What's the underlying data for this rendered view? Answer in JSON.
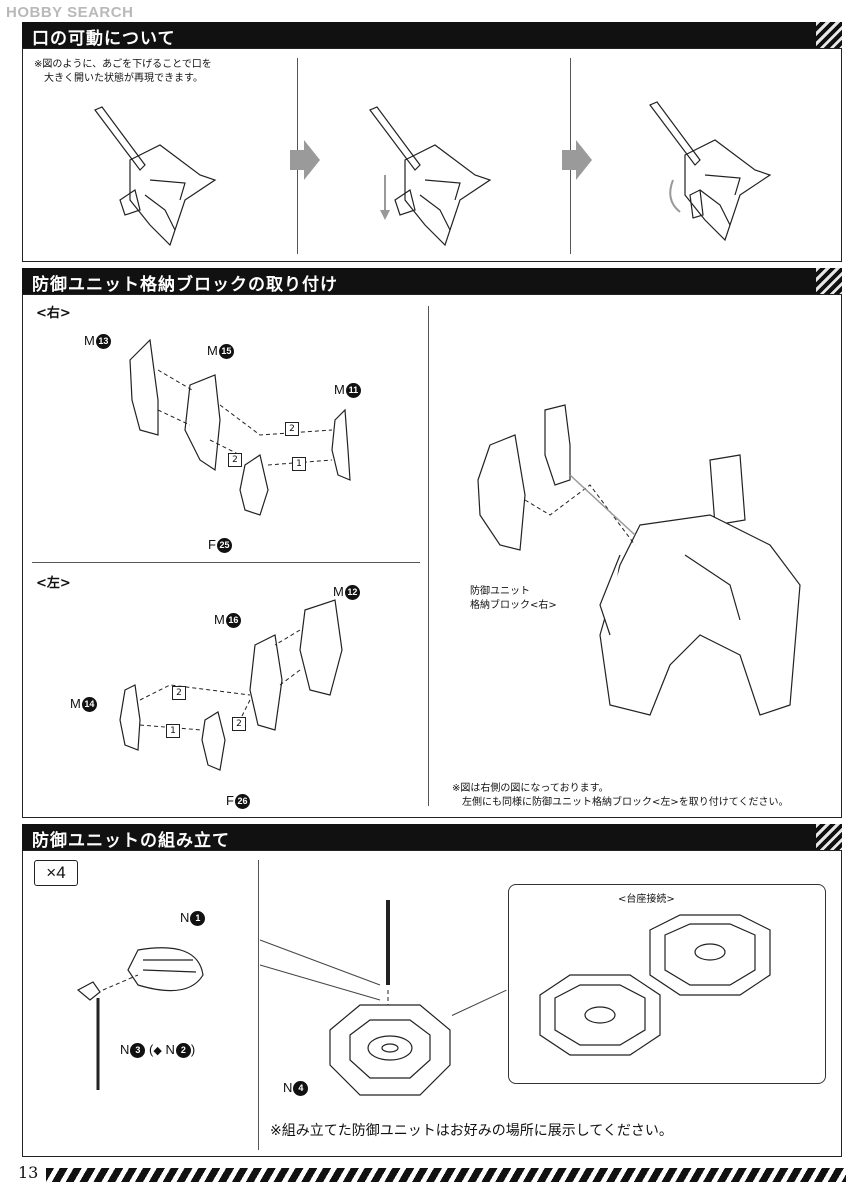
{
  "watermark": "HOBBY SEARCH",
  "sections": {
    "mouth": {
      "title": "口の可動について",
      "note_line1": "※図のように、あごを下げることで口を",
      "note_line2": "大きく開いた状態が再現できます。"
    },
    "storage": {
      "title": "防御ユニット格納ブロックの取り付け",
      "right_label": "<右>",
      "left_label": "<左>",
      "right_parts": {
        "a": {
          "letter": "M",
          "num": "13"
        },
        "b": {
          "letter": "M",
          "num": "15"
        },
        "c": {
          "letter": "M",
          "num": "11"
        },
        "d": {
          "letter": "F",
          "num": "25"
        }
      },
      "left_parts": {
        "a": {
          "letter": "M",
          "num": "16"
        },
        "b": {
          "letter": "M",
          "num": "12"
        },
        "c": {
          "letter": "M",
          "num": "14"
        },
        "d": {
          "letter": "F",
          "num": "26"
        }
      },
      "steps": {
        "one": "1",
        "two": "2"
      },
      "callout_line1": "防御ユニット",
      "callout_line2": "格納ブロック<右>",
      "note_line1": "※図は右側の図になっております。",
      "note_line2": "左側にも同様に防御ユニット格納ブロック<左>を取り付けてください。"
    },
    "assembly": {
      "title": "防御ユニットの組み立て",
      "multiplier": "×4",
      "parts": {
        "n1": {
          "letter": "N",
          "num": "1"
        },
        "n3": {
          "letter": "N",
          "num": "3"
        },
        "n2": {
          "letter": "N",
          "num": "2"
        },
        "n4": {
          "letter": "N",
          "num": "4"
        }
      },
      "base_label": "<台座接続>",
      "note": "※組み立てた防御ユニットはお好みの場所に展示してください。"
    }
  },
  "page_number": "13"
}
